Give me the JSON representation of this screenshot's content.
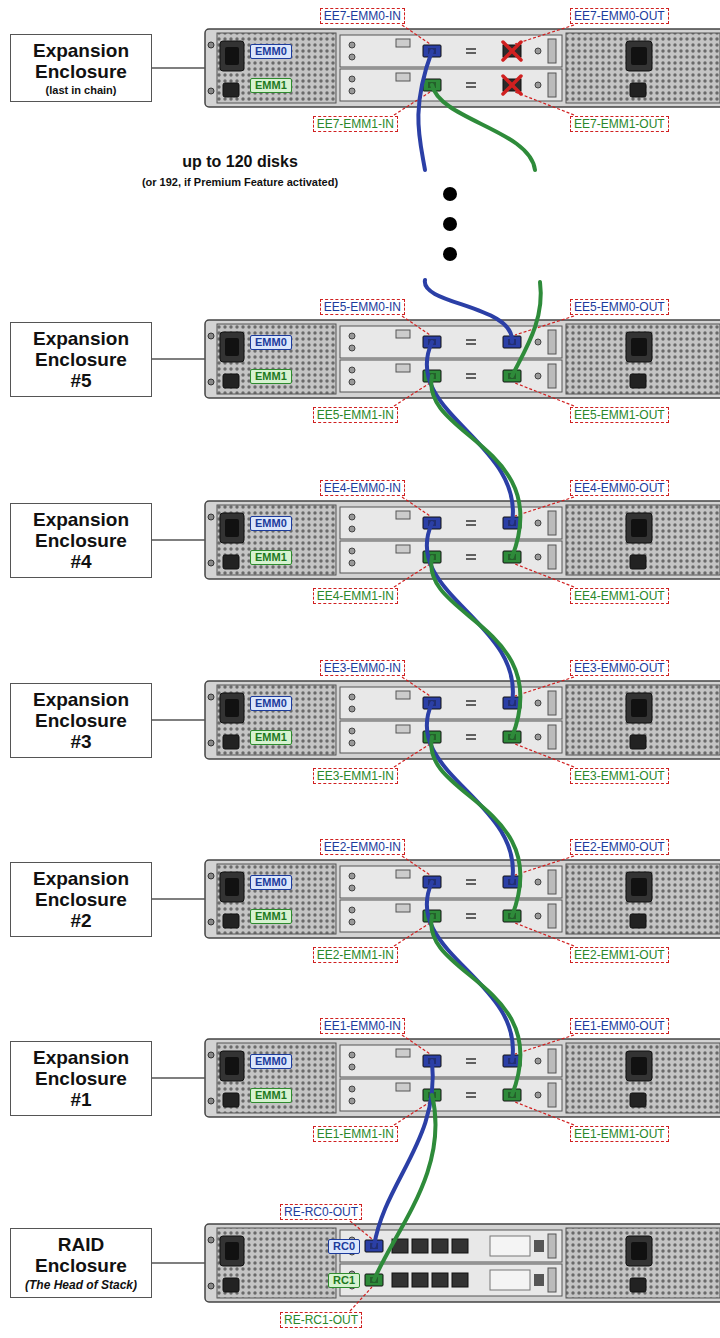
{
  "diagram": {
    "nodes": [
      {
        "text": [
          "EE7-EMM0-IN"
        ]
      },
      {
        "text": [
          "EE7-EMM0-OUT"
        ]
      },
      {
        "text": [
          "Expansion Enclosure",
          "(last in chain)"
        ]
      },
      {
        "text": [
          "EMM0"
        ]
      },
      {
        "text": [
          "EMM1"
        ]
      },
      {
        "text": [
          "EE7-EMM1-IN"
        ]
      },
      {
        "text": [
          "EE7-EMM1-OUT"
        ]
      },
      {
        "text": [
          "EE5-EMM0-IN"
        ]
      },
      {
        "text": [
          "EE5-EMM0-OUT"
        ]
      },
      {
        "text": [
          "Expansion Enclosure #5"
        ]
      },
      {
        "text": [
          "EMM0"
        ]
      },
      {
        "text": [
          "EMM1"
        ]
      },
      {
        "text": [
          "EE5-EMM1-IN"
        ]
      },
      {
        "text": [
          "EE5-EMM1-OUT"
        ]
      },
      {
        "text": [
          "EE4-EMM0-IN"
        ]
      },
      {
        "text": [
          "EE4-EMM0-OUT"
        ]
      },
      {
        "text": [
          "Expansion Enclosure #4"
        ]
      },
      {
        "text": [
          "EMM0"
        ]
      },
      {
        "text": [
          "EMM1"
        ]
      },
      {
        "text": [
          "EE4-EMM1-IN"
        ]
      },
      {
        "text": [
          "EE4-EMM1-OUT"
        ]
      },
      {
        "text": [
          "EE3-EMM0-IN"
        ]
      },
      {
        "text": [
          "EE3-EMM0-OUT"
        ]
      },
      {
        "text": [
          "Expansion Enclosure #3"
        ]
      },
      {
        "text": [
          "EMM0"
        ]
      },
      {
        "text": [
          "EMM1"
        ]
      },
      {
        "text": [
          "EE3-EMM1-IN"
        ]
      },
      {
        "text": [
          "EE3-EMM1-OUT"
        ]
      },
      {
        "text": [
          "EE2-EMM0-IN"
        ]
      },
      {
        "text": [
          "EE2-EMM0-OUT"
        ]
      },
      {
        "text": [
          "Expansion Enclosure #2"
        ]
      },
      {
        "text": [
          "EMM0"
        ]
      },
      {
        "text": [
          "EMM1"
        ]
      },
      {
        "text": [
          "EE2-EMM1-IN"
        ]
      },
      {
        "text": [
          "EE2-EMM1-OUT"
        ]
      },
      {
        "text": [
          "EE1-EMM0-IN"
        ]
      },
      {
        "text": [
          "EE1-EMM0-OUT"
        ]
      },
      {
        "text": [
          "Expansion Enclosure #1"
        ]
      },
      {
        "text": [
          "EMM0"
        ]
      },
      {
        "text": [
          "EMM1"
        ]
      },
      {
        "text": [
          "EE1-EMM1-IN"
        ]
      },
      {
        "text": [
          "EE1-EMM1-OUT"
        ]
      },
      {
        "text": [
          "RE-RC0-OUT"
        ]
      },
      {
        "text": [
          "RAID Enclosure",
          "(The Head of Stack)"
        ]
      },
      {
        "text": [
          "RC0"
        ]
      },
      {
        "text": [
          "RC1"
        ]
      },
      {
        "text": [
          "RE-RC1-OUT"
        ]
      }
    ],
    "labels": [
      "up to 120 disks",
      "(or 192, if Premium Feature activated)"
    ]
  }
}
